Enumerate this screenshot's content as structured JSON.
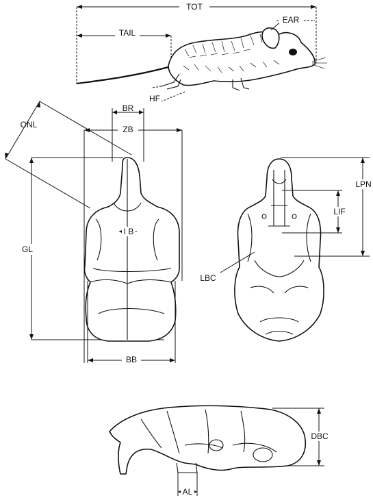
{
  "figure": {
    "views": {
      "body": "mouse-body-view",
      "dorsal": "skull-dorsal-view",
      "ventral": "skull-ventral-view",
      "lateral": "skull-lateral-view"
    },
    "labels": {
      "tot": "TOT",
      "tail": "TAIL",
      "ear": "EAR",
      "hf": "HF",
      "br": "BR",
      "zb": "ZB",
      "onl": "ONL",
      "ib": "I B",
      "gl": "GL",
      "bb": "BB",
      "lpn": "LPN",
      "lif": "LIF",
      "lbc": "LBC",
      "dbc": "DBC",
      "al": "AL"
    },
    "colors": {
      "ink": "#111111",
      "background": "#ffffff"
    }
  }
}
